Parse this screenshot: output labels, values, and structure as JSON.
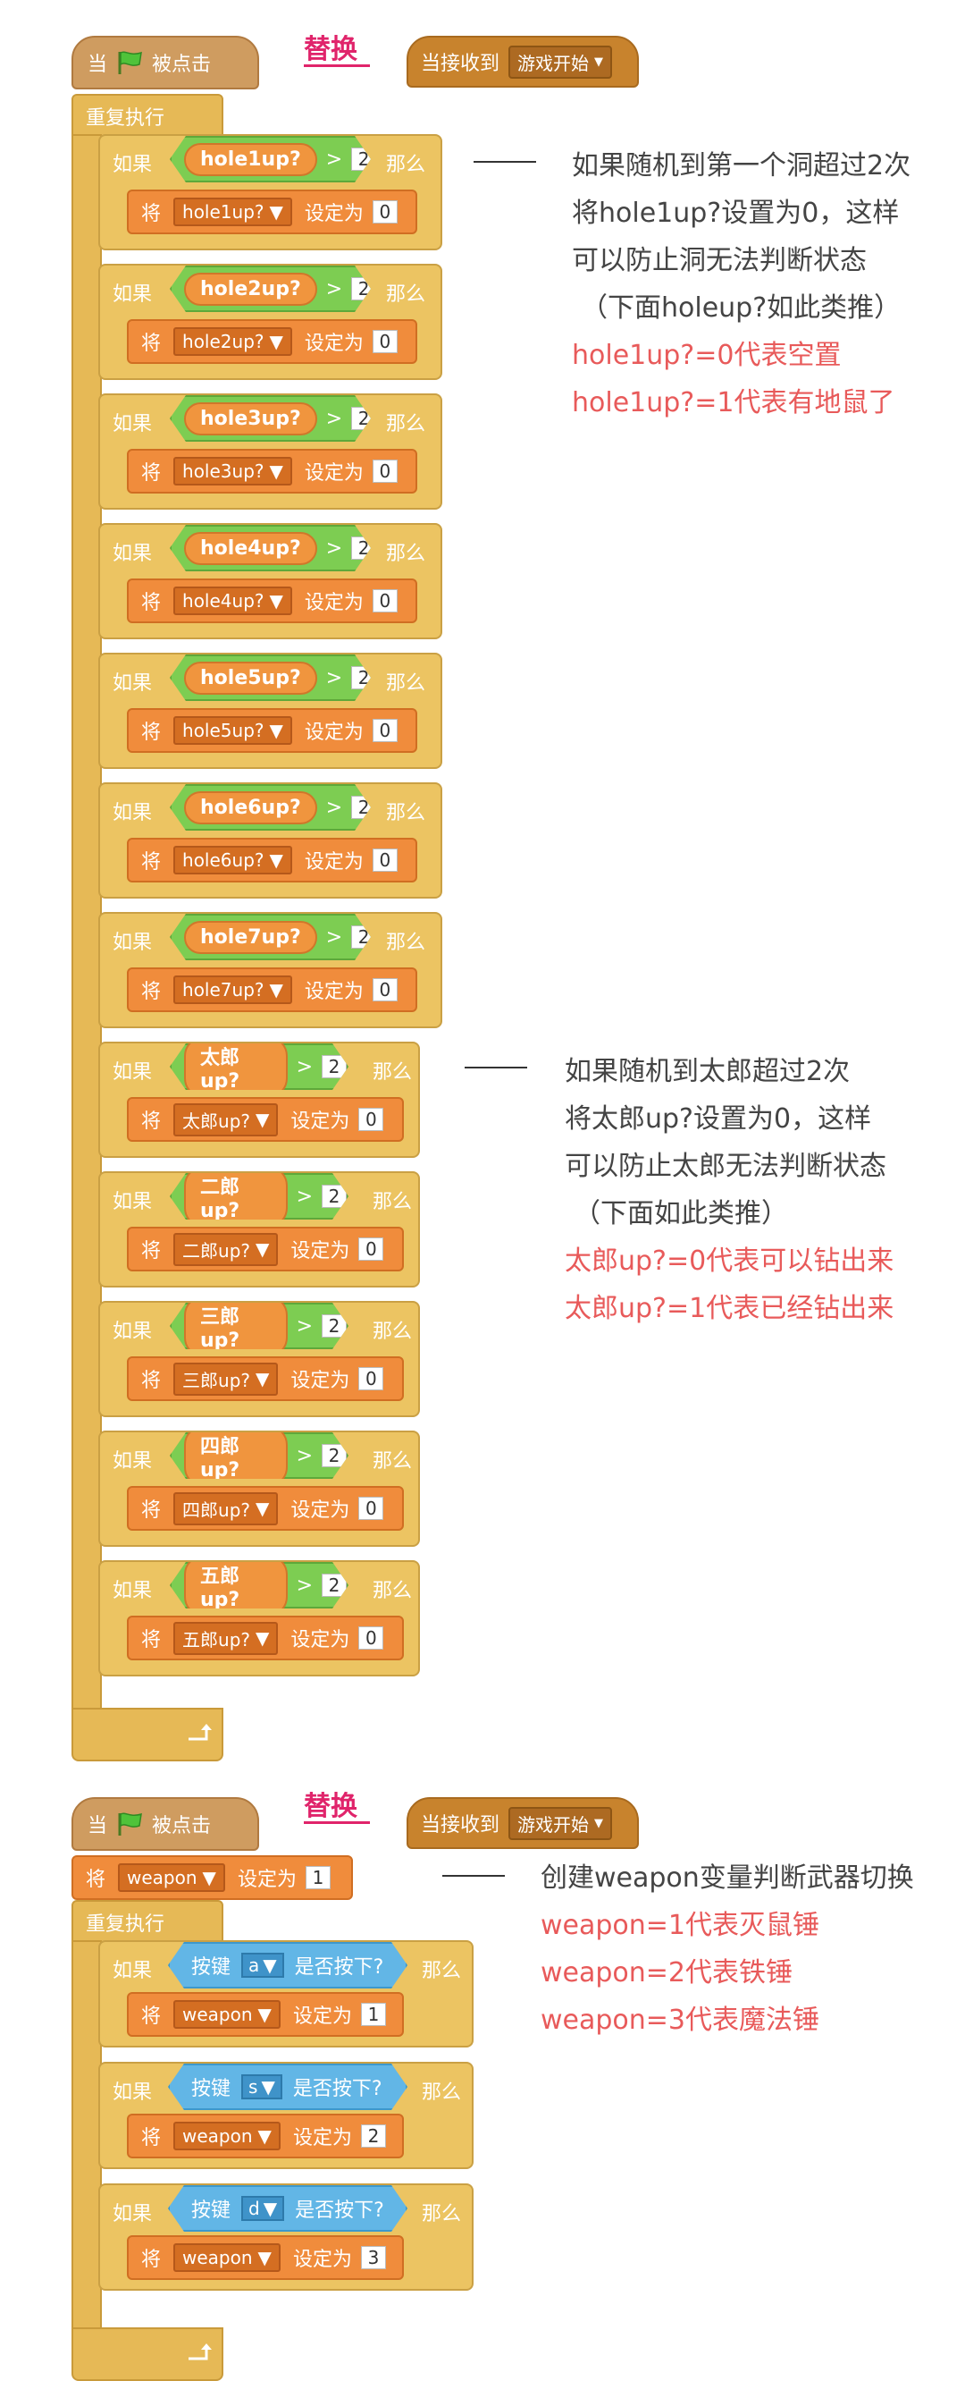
{
  "replace_label": "替换",
  "when_prefix": "当",
  "when_suffix": "被点击",
  "receive_label": "当接收到",
  "receive_message": "游戏开始",
  "forever_label": "重复执行",
  "if_label": "如果",
  "then_label": "那么",
  "gt_symbol": ">",
  "set_prefix": "将",
  "set_to": "设定为",
  "script1": {
    "rows": [
      {
        "var": "hole1up?",
        "threshold": "2",
        "value": "0"
      },
      {
        "var": "hole2up?",
        "threshold": "2",
        "value": "0"
      },
      {
        "var": "hole3up?",
        "threshold": "2",
        "value": "0"
      },
      {
        "var": "hole4up?",
        "threshold": "2",
        "value": "0"
      },
      {
        "var": "hole5up?",
        "threshold": "2",
        "value": "0"
      },
      {
        "var": "hole6up?",
        "threshold": "2",
        "value": "0"
      },
      {
        "var": "hole7up?",
        "threshold": "2",
        "value": "0"
      },
      {
        "var": "太郎up?",
        "threshold": "2",
        "value": "0"
      },
      {
        "var": "二郎up?",
        "threshold": "2",
        "value": "0"
      },
      {
        "var": "三郎up?",
        "threshold": "2",
        "value": "0"
      },
      {
        "var": "四郎up?",
        "threshold": "2",
        "value": "0"
      },
      {
        "var": "五郎up?",
        "threshold": "2",
        "value": "0"
      }
    ],
    "note1": [
      "如果随机到第一个洞超过2次",
      "将hole1up?设置为0，这样",
      "可以防止洞无法判断状态",
      "（下面holeup?如此类推）"
    ],
    "note1_red": [
      "hole1up?=0代表空置",
      "hole1up?=1代表有地鼠了"
    ],
    "note2": [
      "如果随机到太郎超过2次",
      "将太郎up?设置为0，这样",
      "可以防止太郎无法判断状态",
      "（下面如此类推）"
    ],
    "note2_red": [
      "太郎up?=0代表可以钻出来",
      "太郎up?=1代表已经钻出来"
    ]
  },
  "script2": {
    "init_var": "weapon",
    "init_value": "1",
    "key_prefix": "按键",
    "key_suffix": "是否按下?",
    "rows": [
      {
        "key": "a",
        "var": "weapon",
        "value": "1"
      },
      {
        "key": "s",
        "var": "weapon",
        "value": "2"
      },
      {
        "key": "d",
        "var": "weapon",
        "value": "3"
      }
    ],
    "note": "创建weapon变量判断武器切换",
    "note_red": [
      "weapon=1代表灭鼠锤",
      "weapon=2代表铁锤",
      "weapon=3代表魔法锤"
    ]
  },
  "colors": {
    "control": "#e6b956",
    "event": "#cf9c60",
    "operator": "#7dcd52",
    "variable": "#f08c3c",
    "sensing": "#62b6e6",
    "accent": "#e0246b",
    "note_red": "#e85a5a"
  },
  "icons": {
    "flag": "green-flag-icon",
    "dropdown": "dropdown-triangle-icon",
    "loop_arrow": "loop-arrow-icon"
  }
}
